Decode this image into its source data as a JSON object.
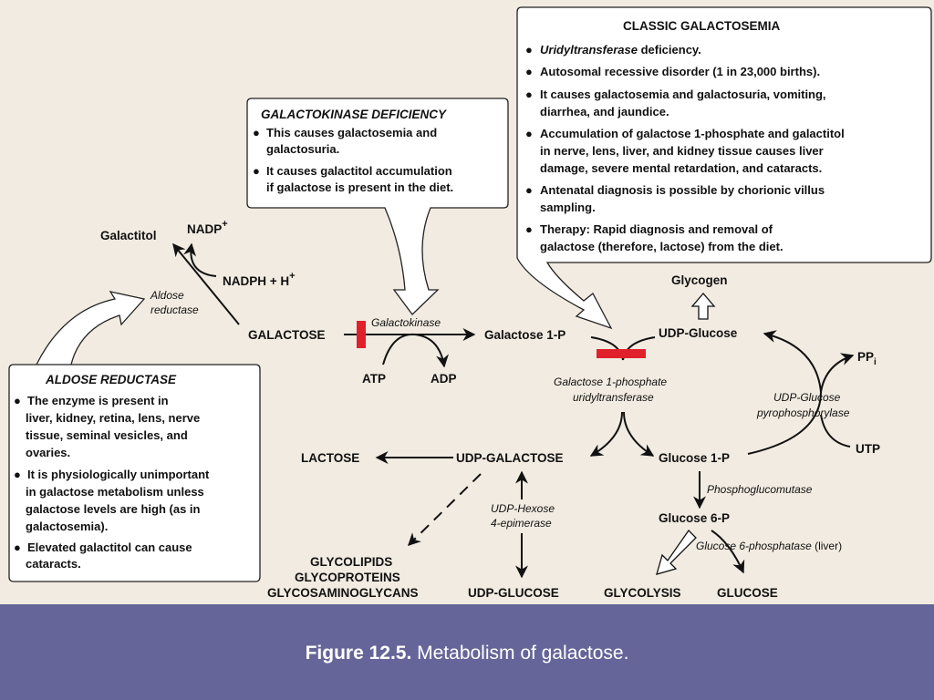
{
  "caption": {
    "label": "Figure 12.5.",
    "text": " Metabolism of galactose."
  },
  "colors": {
    "background": "#f1ebe1",
    "footer": "#65659a",
    "block": "#e0202a"
  },
  "nodes": {
    "galactitol": "Galactitol",
    "nadp_plus": "NADP",
    "nadph": "NADPH + H",
    "sup_plus": "+",
    "galactose": "GALACTOSE",
    "atp": "ATP",
    "adp": "ADP",
    "galactose1p": "Galactose 1-P",
    "udp_glucose": "UDP-Glucose",
    "glycogen": "Glycogen",
    "ppi": "PP",
    "ppi_sub": "i",
    "utp": "UTP",
    "lactose": "LACTOSE",
    "udp_galactose": "UDP-GALACTOSE",
    "glucose1p": "Glucose 1-P",
    "glucose6p": "Glucose 6-P",
    "glycolipids": "GLYCOLIPIDS",
    "glycoproteins": "GLYCOPROTEINS",
    "glycosaminoglycans": "GLYCOSAMINOGLYCANS",
    "udp_glucose_caps": "UDP-GLUCOSE",
    "glycolysis": "GLYCOLYSIS",
    "glucose_caps": "GLUCOSE"
  },
  "enzymes": {
    "aldose_reductase_1": "Aldose",
    "aldose_reductase_2": "reductase",
    "galactokinase": "Galactokinase",
    "gal1p_ut_1": "Galactose 1-phosphate",
    "gal1p_ut_2": "uridyltransferase",
    "udp_glc_ppase_1": "UDP-Glucose",
    "udp_glc_ppase_2": "pyrophosphorylase",
    "epimerase_1": "UDP-Hexose",
    "epimerase_2": "4-epimerase",
    "phosphoglucomutase": "Phosphoglucomutase",
    "g6pase": "Glucose 6-phosphatase",
    "g6pase_liver": " (liver)"
  },
  "galactokinase_box": {
    "title": "GALACTOKINASE DEFICIENCY",
    "lines": [
      "This causes galactosemia and",
      "galactosuria.",
      "It causes galactitol accumulation",
      "if galactose is present in the diet."
    ]
  },
  "classic_box": {
    "title": "CLASSIC GALACTOSEMIA",
    "first_italic": "Uridyltransferase",
    "first_rest": " deficiency.",
    "lines": [
      "Autosomal recessive disorder  (1 in 23,000 births).",
      "It causes galactosemia and galactosuria, vomiting,",
      "diarrhea, and jaundice.",
      "Accumulation of galactose 1-phosphate and galactitol",
      "in nerve, lens, liver, and kidney tissue causes liver",
      "damage, severe mental retardation, and cataracts.",
      "Antenatal diagnosis is possible by chorionic villus",
      "sampling.",
      "Therapy: Rapid diagnosis and removal of",
      "galactose (therefore, lactose) from the diet."
    ]
  },
  "aldose_box": {
    "title": "ALDOSE REDUCTASE",
    "lines": [
      "The enzyme is present in",
      "liver, kidney, retina, lens, nerve",
      "tissue, seminal vesicles, and",
      "ovaries.",
      "It is physiologically unimportant",
      "in galactose metabolism unless",
      "galactose levels are high (as in",
      "galactosemia).",
      "Elevated galactitol can cause",
      "cataracts."
    ]
  }
}
